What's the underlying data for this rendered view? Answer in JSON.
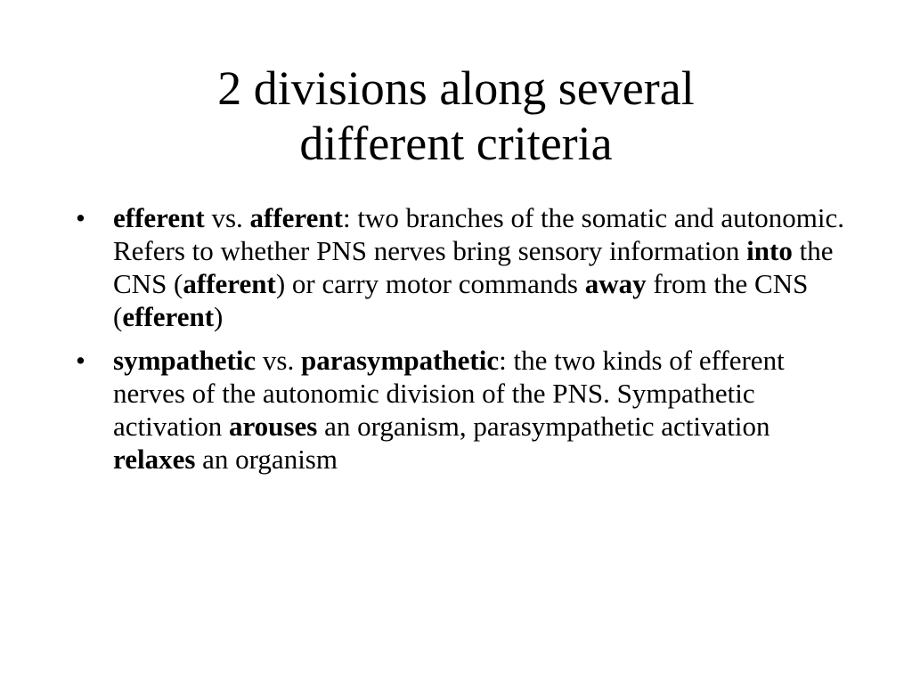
{
  "slide": {
    "title": {
      "line1": "2 divisions along several",
      "line2": "different criteria"
    },
    "bullet_symbol": "•",
    "bullets": [
      {
        "segments": [
          {
            "text": "efferent",
            "bold": true
          },
          {
            "text": " vs. ",
            "bold": false
          },
          {
            "text": "afferent",
            "bold": true
          },
          {
            "text": ": two branches of the somatic and autonomic. Refers to whether PNS nerves bring sensory information ",
            "bold": false
          },
          {
            "text": "into",
            "bold": true
          },
          {
            "text": " the CNS (",
            "bold": false
          },
          {
            "text": "afferent",
            "bold": true
          },
          {
            "text": ") or carry motor commands ",
            "bold": false
          },
          {
            "text": "away",
            "bold": true
          },
          {
            "text": " from the CNS (",
            "bold": false
          },
          {
            "text": "efferent",
            "bold": true
          },
          {
            "text": ")",
            "bold": false
          }
        ]
      },
      {
        "segments": [
          {
            "text": "sympathetic",
            "bold": true
          },
          {
            "text": " vs. ",
            "bold": false
          },
          {
            "text": "parasympathetic",
            "bold": true
          },
          {
            "text": ": the two kinds of efferent nerves of the autonomic division of the PNS. Sympathetic activation ",
            "bold": false
          },
          {
            "text": "arouses",
            "bold": true
          },
          {
            "text": " an organism, parasympathetic activation ",
            "bold": false
          },
          {
            "text": "relaxes",
            "bold": true
          },
          {
            "text": " an organism",
            "bold": false
          }
        ]
      }
    ]
  }
}
